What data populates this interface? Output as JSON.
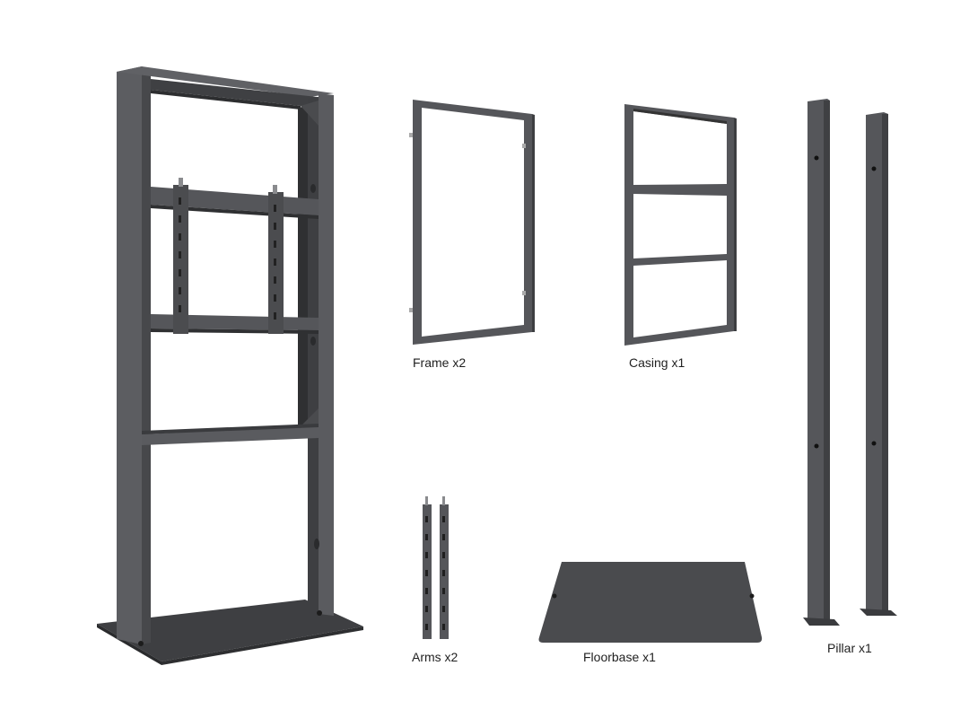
{
  "labels": {
    "frame": "Frame  x2",
    "casing": "Casing  x1",
    "arms": "Arms x2",
    "floorbase": "Floorbase x1",
    "pillar": "Pillar x1"
  },
  "colors": {
    "background": "#ffffff",
    "metal": "#55565a",
    "metal_dark": "#3c3d40",
    "metal_light": "#6b6c70",
    "hole": "#1a1a1a"
  }
}
